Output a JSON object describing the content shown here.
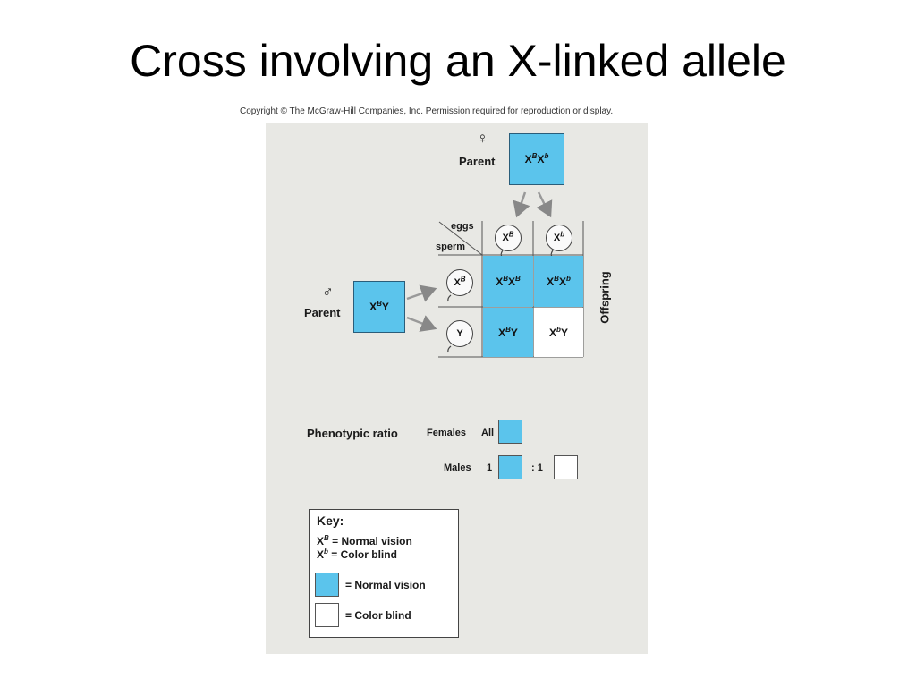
{
  "title": "Cross involving an X-linked allele",
  "copyright": "Copyright © The McGraw-Hill Companies, Inc. Permission required for reproduction or display.",
  "female_parent": {
    "symbol": "♀",
    "label": "Parent",
    "genotype": "XBXb"
  },
  "male_parent": {
    "symbol": "♂",
    "label": "Parent",
    "genotype": "XBY"
  },
  "punnett": {
    "eggs_label": "eggs",
    "sperm_label": "sperm",
    "eggs": [
      "XB",
      "Xb"
    ],
    "sperm": [
      "XB",
      "Y"
    ],
    "offspring_label": "Offspring",
    "cells": [
      {
        "genotype": "XBXB",
        "phenotype": "normal"
      },
      {
        "genotype": "XBXb",
        "phenotype": "normal"
      },
      {
        "genotype": "XBY",
        "phenotype": "normal"
      },
      {
        "genotype": "XbY",
        "phenotype": "colorblind"
      }
    ]
  },
  "ratio": {
    "heading": "Phenotypic ratio",
    "females_label": "Females",
    "females_value": "All",
    "males_label": "Males",
    "males_left": "1",
    "males_right": ": 1"
  },
  "key": {
    "title": "Key:",
    "line1": "= Normal vision",
    "line2": "= Color blind",
    "swatch_normal": "= Normal vision",
    "swatch_colorblind": "= Color blind"
  },
  "colors": {
    "normal": "#5bc4ec",
    "colorblind": "#ffffff"
  }
}
